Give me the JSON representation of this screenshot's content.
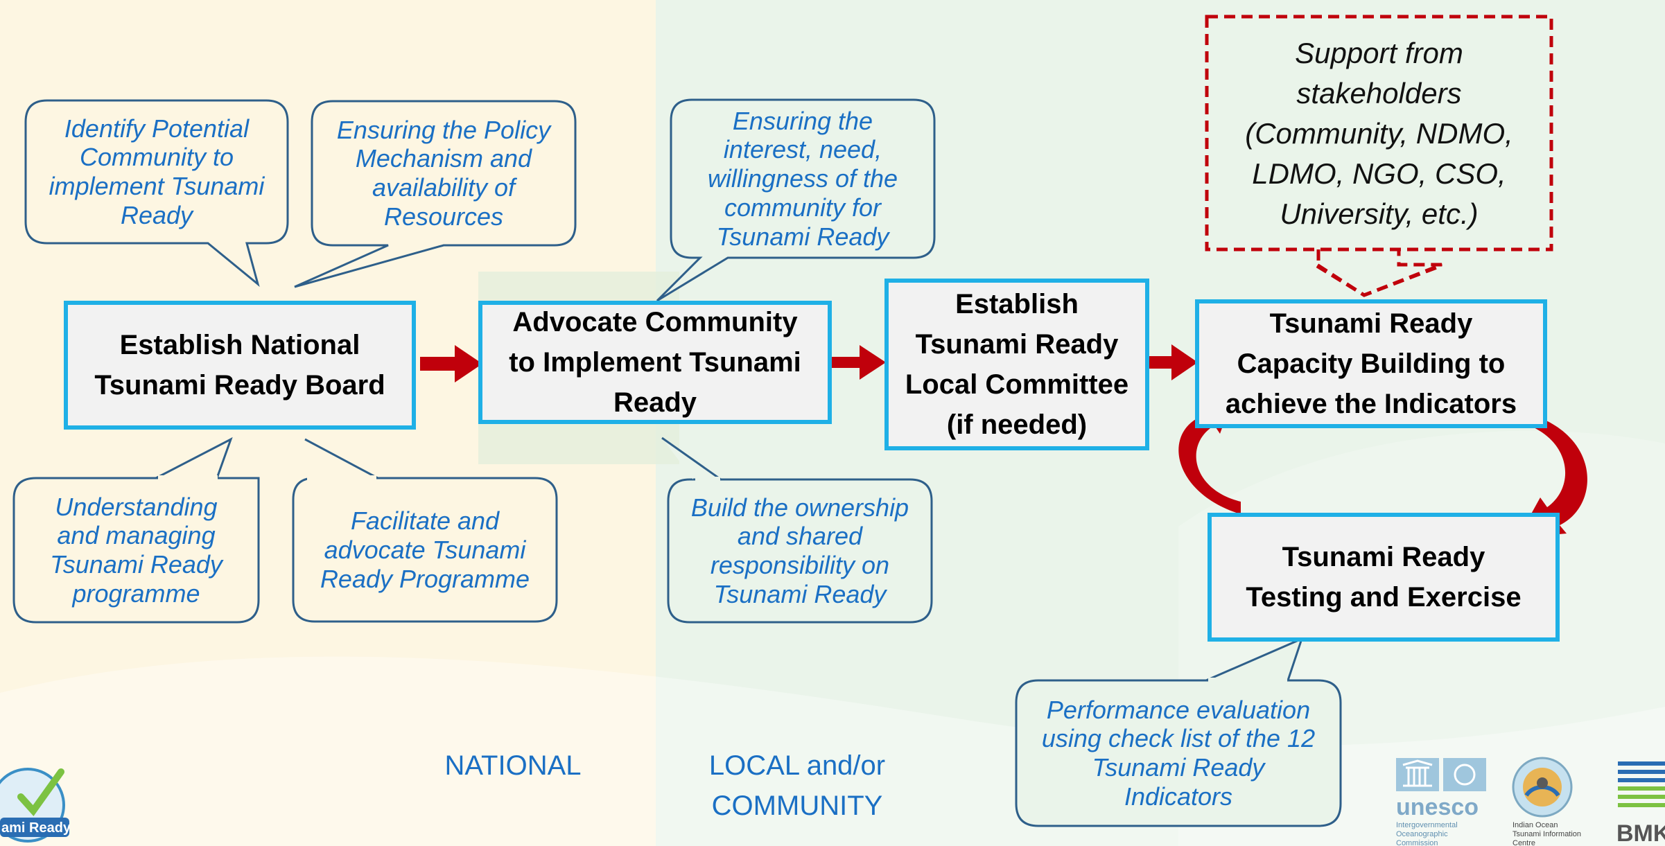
{
  "zones": {
    "national": "NATIONAL",
    "local_line1": "LOCAL and/or",
    "local_line2": "COMMUNITY"
  },
  "steps": {
    "board": {
      "line1": "Establish National",
      "line2": "Tsunami Ready Board"
    },
    "advocate": {
      "line1": "Advocate Community",
      "line2": "to Implement Tsunami",
      "line3": "Ready"
    },
    "committee": {
      "line1": "Establish",
      "line2": "Tsunami Ready",
      "line3": "Local Committee",
      "line4": "(if needed)"
    },
    "capacity": {
      "line1": "Tsunami Ready",
      "line2": "Capacity Building to",
      "line3": "achieve the Indicators"
    },
    "testing": {
      "line1": "Tsunami Ready",
      "line2": "Testing and Exercise"
    }
  },
  "callouts": {
    "identify": [
      "Identify Potential",
      "Community to",
      "implement Tsunami",
      "Ready"
    ],
    "policy": [
      "Ensuring the Policy",
      "Mechanism and",
      "availability of",
      "Resources"
    ],
    "understanding": [
      "Understanding",
      "and managing",
      "Tsunami Ready",
      "programme"
    ],
    "facilitate": [
      "Facilitate and",
      "advocate Tsunami",
      "Ready Programme"
    ],
    "interest": [
      "Ensuring the",
      "interest, need,",
      "willingness of the",
      "community for",
      "Tsunami Ready"
    ],
    "ownership": [
      "Build the ownership",
      "and shared",
      "responsibility on",
      "Tsunami Ready"
    ],
    "performance": [
      "Performance evaluation",
      "using check list of the 12",
      "Tsunami Ready",
      "Indicators"
    ]
  },
  "support": [
    "Support from",
    "stakeholders",
    "(Community, NDMO,",
    "LDMO, NGO, CSO,",
    "University, etc.)"
  ],
  "logos": {
    "tsunami_ready": "ami Ready",
    "unesco": "unesco",
    "unesco_sub1": "Intergovernmental",
    "unesco_sub2": "Oceanographic",
    "unesco_sub3": "Commission",
    "iotic_1": "Indian Ocean",
    "iotic_2": "Tsunami Information",
    "iotic_3": "Centre",
    "bmkg": "BMK"
  },
  "colors": {
    "box_border": "#1fb0e6",
    "arrow": "#c0000b",
    "callout_text": "#1a6fc4",
    "callout_border": "#2e5f8a",
    "support_border": "#c0000b",
    "national_bg": "#fdf6e2",
    "local_bg": "#eaf4ea"
  }
}
